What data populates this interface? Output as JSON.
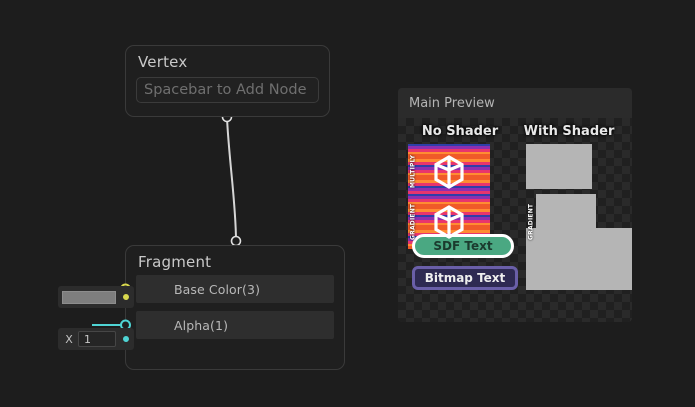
{
  "app": {
    "background_color": "#1d1d1d"
  },
  "graph": {
    "vertex_node": {
      "title": "Vertex",
      "add_node_placeholder": "Spacebar to Add Node"
    },
    "fragment_node": {
      "title": "Fragment",
      "sockets": [
        {
          "label": "Base Color(3)",
          "color": "#d8d84e"
        },
        {
          "label": "Alpha(1)",
          "color": "#4fd4d4"
        }
      ]
    },
    "input_widgets": {
      "color": {
        "swatch_color": "#7e7e7e",
        "dot_color": "#d8d84e"
      },
      "alpha": {
        "axis": "X",
        "value": "1",
        "dot_color": "#4fd4d4"
      }
    },
    "wire_color": "#d6d6d6"
  },
  "preview": {
    "title": "Main Preview",
    "columns": [
      {
        "label": "No Shader"
      },
      {
        "label": "With Shader"
      }
    ],
    "rows": [
      {
        "vertical_label": "MULTIPLY"
      },
      {
        "vertical_label": "GRADIENT"
      }
    ],
    "text_samples": [
      {
        "label": "SDF Text",
        "fill": "#4aa882",
        "outline": "#ffffff",
        "text_color": "#1b3b2e"
      },
      {
        "label": "Bitmap Text",
        "fill": "#2e2a52",
        "outline": "#6a5fa8",
        "text_color": "#eeeeee"
      }
    ]
  }
}
